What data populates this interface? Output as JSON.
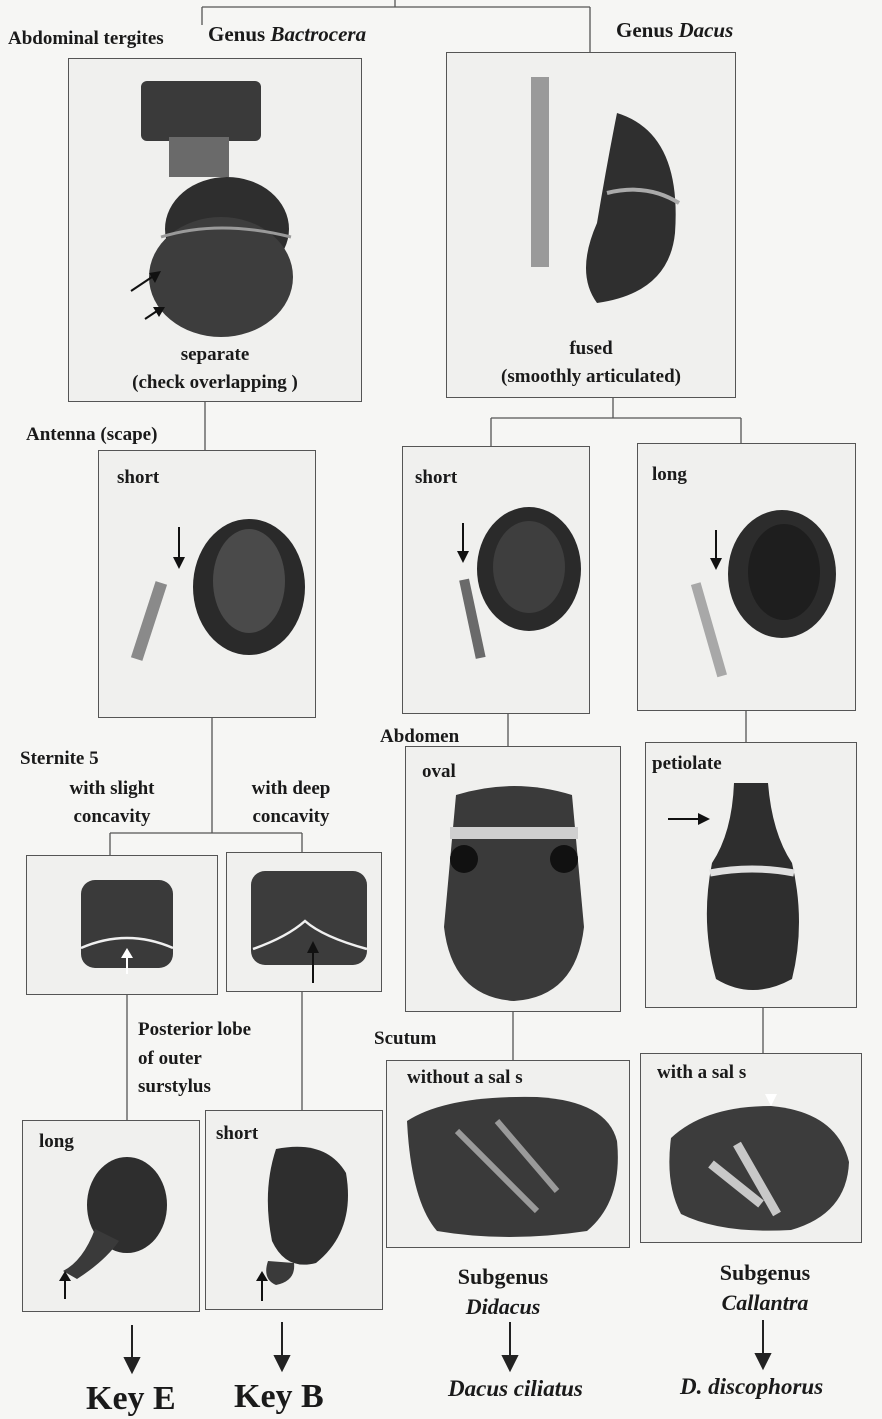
{
  "header": {
    "abdominal_tergites": "Abdominal tergites",
    "genus_prefix": "Genus",
    "genus_bactrocera": "Bactrocera",
    "genus_dacus": "Dacus"
  },
  "tergites": {
    "bactrocera_caption_line1": "separate",
    "bactrocera_caption_line2": "(check  overlapping )",
    "dacus_caption_line1": "fused",
    "dacus_caption_line2": "(smoothly articulated)"
  },
  "antenna": {
    "heading": "Antenna (scape)",
    "bactrocera_state": "short",
    "dacus_short": "short",
    "dacus_long": "long"
  },
  "sternite": {
    "heading": "Sternite 5",
    "slight_line1": "with slight",
    "slight_line2": "concavity",
    "deep_line1": "with deep",
    "deep_line2": "concavity"
  },
  "abdomen": {
    "heading": "Abdomen",
    "oval": "oval",
    "petiolate": "petiolate"
  },
  "surstylus": {
    "line1": "Posterior lobe",
    "line2": "of outer",
    "line3": "surstylus",
    "long": "long",
    "short": "short"
  },
  "scutum": {
    "heading": "Scutum",
    "without": "without a sal s",
    "with": "with a sal s"
  },
  "subgenera": {
    "didacus_line1": "Subgenus",
    "didacus_line2": "Didacus",
    "callantra_line1": "Subgenus",
    "callantra_line2": "Callantra"
  },
  "results": {
    "key_e": "Key E",
    "key_b": "Key B",
    "dacus_ciliatus": "Dacus  ciliatus",
    "d_discophorus": "D.  discophorus"
  }
}
